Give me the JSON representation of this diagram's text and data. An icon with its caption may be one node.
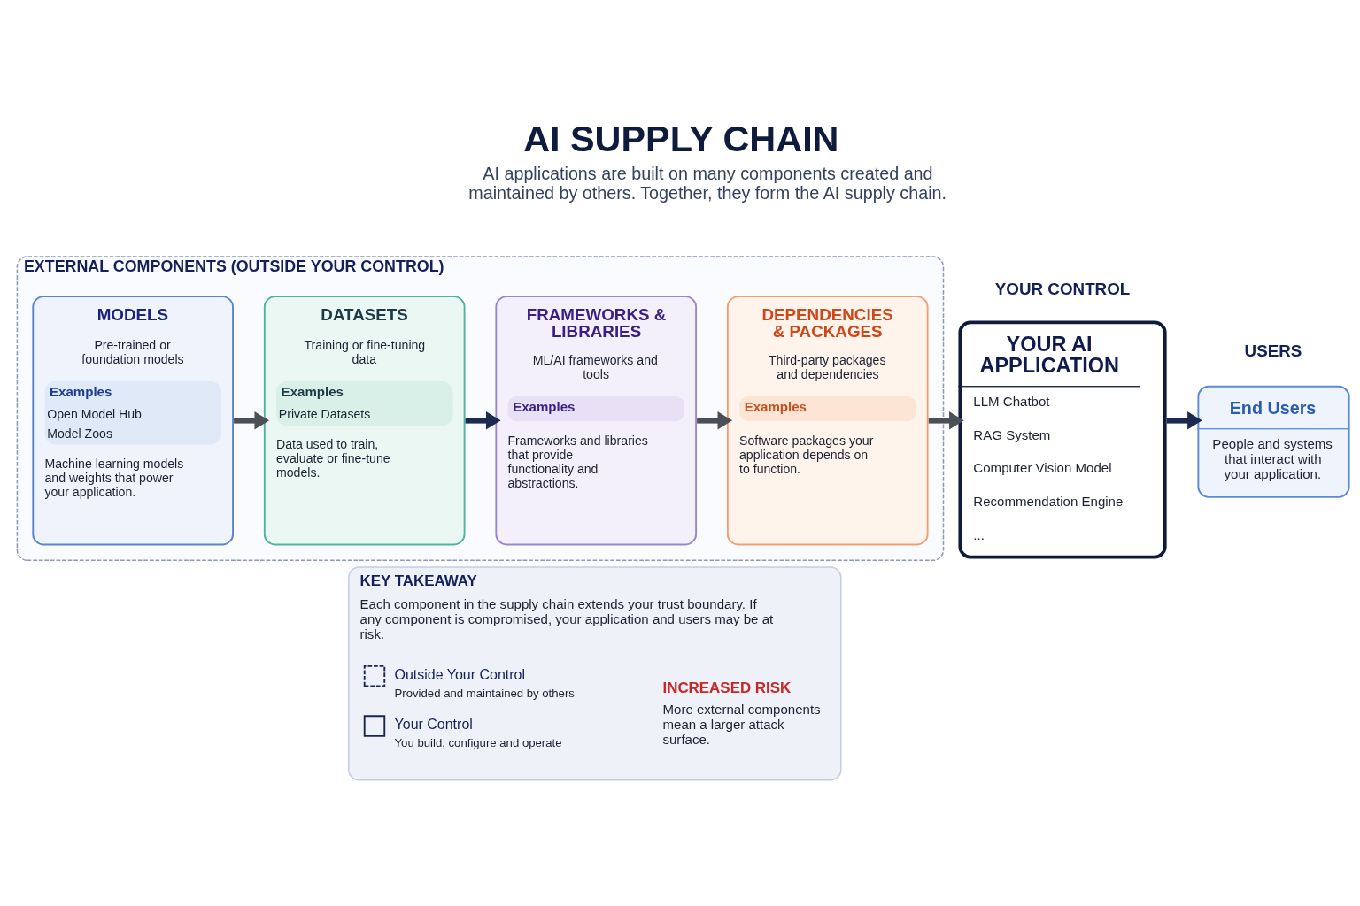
{
  "diagram": {
    "title": "AI SUPPLY CHAIN",
    "nodes": [
      {
        "text": [
          "EXTERNAL COMPONENTS (OUTSIDE YOUR CONTROL)"
        ]
      },
      {
        "text": [
          "MODELS",
          "Pre-trained or foundation models",
          "Examples",
          "Open Model Hub",
          "Model Zoos",
          "Machine learning models and weights that power your application."
        ],
        "in": 0
      },
      {
        "text": [
          "DATASETS",
          "Training or fine-tuning data",
          "Examples",
          "Private Datasets",
          "Data used to train, evaluate or fine-tune models."
        ],
        "in": 0
      },
      {
        "text": [
          "FRAMEWORKS & LIBRARIES",
          "ML/AI frameworks and tools",
          "Examples",
          "Frameworks and libraries that provide functionality and abstractions."
        ],
        "in": 0
      },
      {
        "text": [
          "DEPENDENCIES & PACKAGES",
          "Third-party packages and dependencies",
          "Examples",
          "Software packages your application depends on to function."
        ],
        "in": 0
      },
      {
        "text": [
          "YOUR CONTROL",
          "YOUR AI APPLICATION",
          "LLM Chatbot",
          "RAG System",
          "Computer Vision Model",
          "Recommendation Engine",
          "..."
        ]
      },
      {
        "text": [
          "USERS",
          "End Users",
          "People and systems that interact with your application."
        ]
      },
      {
        "text": [
          "KEY TAKEAWAY",
          "Each component in the supply chain extends your trust boundary. If any component is compromised, your application and users may be at risk."
        ]
      }
    ],
    "edges": [
      {
        "from": 1,
        "to": 2,
        "arrow": "to"
      },
      {
        "from": 2,
        "to": 3,
        "arrow": "to",
        "color": "#1b2a4e"
      },
      {
        "from": 3,
        "to": 4,
        "arrow": "to"
      },
      {
        "from": 4,
        "to": 5,
        "arrow": "to"
      },
      {
        "from": 5,
        "to": 6,
        "arrow": "to",
        "color": "#1b2a4e"
      }
    ],
    "labels": [
      "AI applications are built on many components created and maintained by others. Together, they form the AI supply chain.",
      "Provided and maintained by others",
      "You build, configure and operate",
      "INCREASED RISK",
      "More external components mean a larger attack surface."
    ],
    "legend": [
      {
        "text": "Outside Your Control"
      },
      {
        "text": "Your Control"
      }
    ]
  }
}
